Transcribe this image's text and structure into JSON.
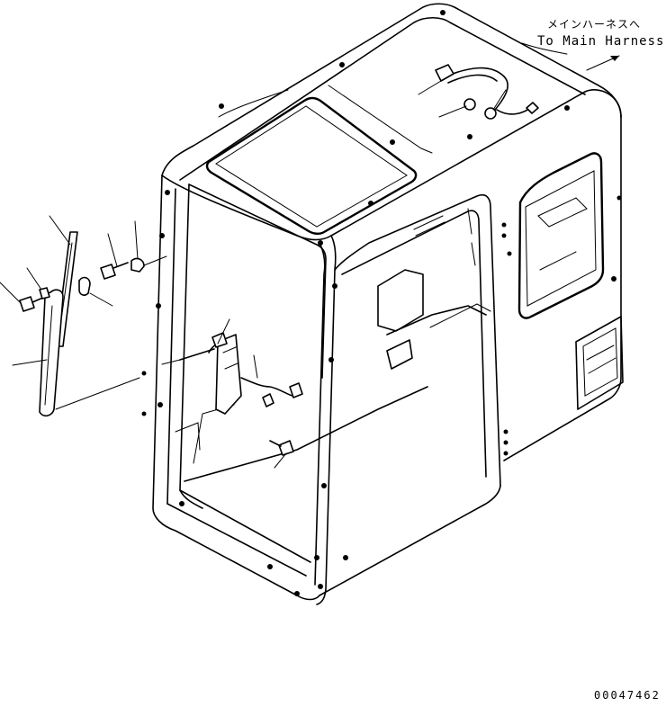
{
  "harness_note": {
    "japanese": "メインハーネスへ",
    "english": "To Main Harness"
  },
  "drawing_number": "00047462"
}
